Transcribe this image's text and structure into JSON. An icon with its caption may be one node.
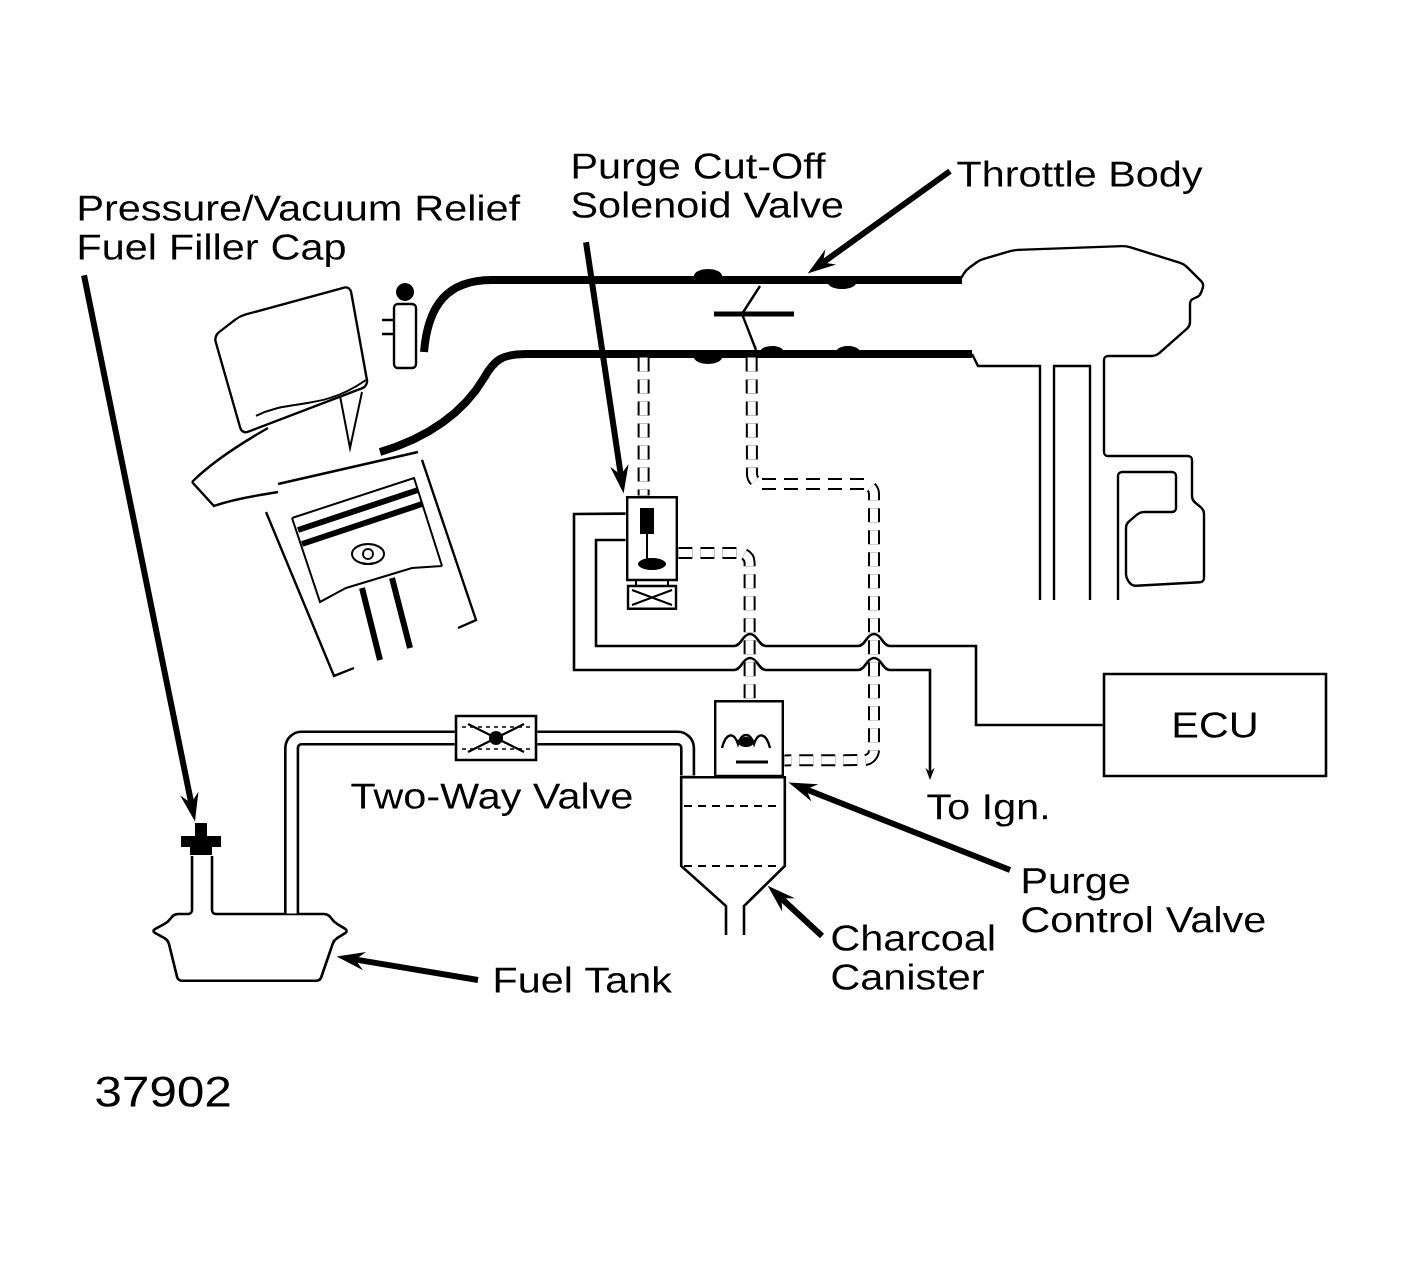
{
  "diagram": {
    "nodes": [
      {
        "text": [
          "Pressure/Vacuum Relief Fuel Filler Cap"
        ]
      },
      {
        "text": [
          "Purge Cut-Off Solenoid Valve"
        ]
      },
      {
        "text": [
          "Throttle Body"
        ]
      },
      {
        "text": [
          "ECU"
        ]
      },
      {
        "text": [
          "To Ign."
        ]
      },
      {
        "text": [
          "Purge Control Valve"
        ]
      },
      {
        "text": [
          "Charcoal Canister"
        ]
      },
      {
        "text": [
          "Fuel Tank"
        ]
      },
      {
        "text": [],
        "shape": "picture"
      },
      {
        "text": [],
        "shape": "picture"
      },
      {
        "text": [],
        "shape": "box",
        "beside": [
          "Two-Way Valve"
        ]
      },
      {
        "text": [],
        "shape": "picture"
      },
      {
        "text": [],
        "shape": "picture"
      },
      {
        "text": [],
        "shape": "picture"
      },
      {
        "text": [],
        "shape": "picture"
      }
    ],
    "edges": [
      {
        "from": 0,
        "to": 8,
        "arrow": "to"
      },
      {
        "from": 1,
        "to": 9,
        "arrow": "to"
      },
      {
        "from": 2,
        "to": 14,
        "arrow": "to"
      },
      {
        "from": 9,
        "to": 3,
        "arrow": "none"
      },
      {
        "from": 9,
        "to": 4,
        "arrow": "to"
      },
      {
        "from": 5,
        "to": 11,
        "arrow": "to"
      },
      {
        "from": 6,
        "to": 12,
        "arrow": "to"
      },
      {
        "from": 7,
        "to": 13,
        "arrow": "to"
      },
      {
        "from": 13,
        "to": 10,
        "arrow": "none",
        "style": "thick"
      },
      {
        "from": 10,
        "to": 12,
        "arrow": "none",
        "style": "thick"
      },
      {
        "from": 9,
        "to": 11,
        "arrow": "none",
        "style": "dashed"
      },
      {
        "from": 14,
        "to": 9,
        "arrow": "none",
        "style": "dashed"
      },
      {
        "from": 14,
        "to": 11,
        "arrow": "none",
        "style": "dashed"
      }
    ],
    "labels": [
      "37902"
    ]
  }
}
